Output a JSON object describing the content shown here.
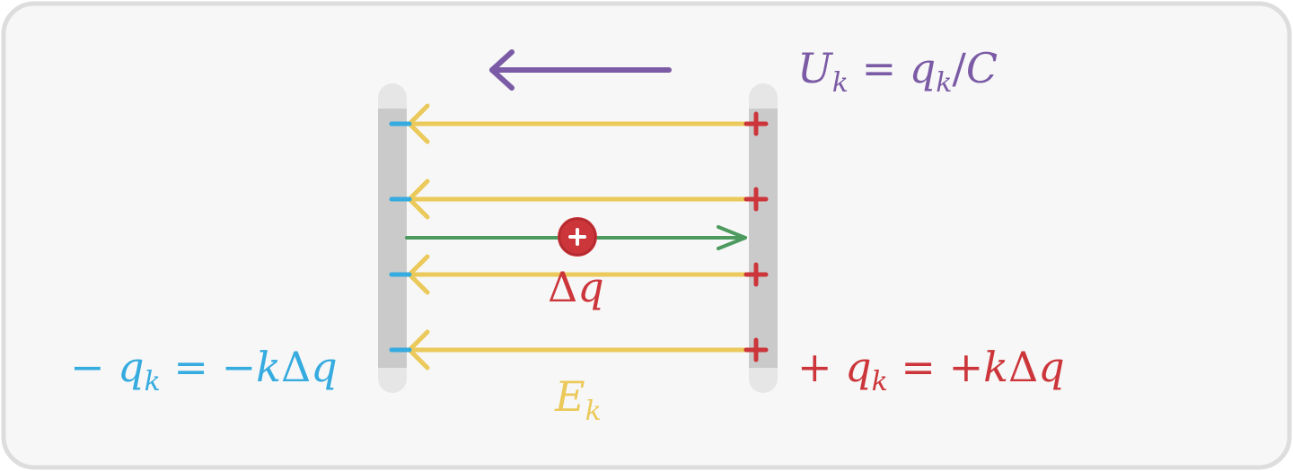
{
  "colors": {
    "frame_bg": "#f7f7f7",
    "frame_border": "#dddddd",
    "plate_light": "#e6e6e6",
    "plate_dark": "#cacaca",
    "field": "#ebc95a",
    "negative": "#35abdf",
    "positive": "#cc353a",
    "voltage": "#7b5ba5",
    "charge_path": "#4c9a5e"
  },
  "labels": {
    "voltage": {
      "U": "U",
      "k1": "k",
      "eq": " = ",
      "q": "q",
      "k2": "k",
      "slash": "/",
      "C": "C"
    },
    "charge": {
      "delta": "Δ",
      "q": "q"
    },
    "field": {
      "E": "E",
      "k": "k"
    },
    "left_plate": {
      "sign": "−",
      "q": "q",
      "k": "k",
      "eq": " = ",
      "neg": "−",
      "kk": "k",
      "delta": "Δ",
      "qq": "q"
    },
    "right_plate": {
      "sign": "+",
      "q": "q",
      "k": "k",
      "eq": " = ",
      "pos": "+",
      "kk": "k",
      "delta": "Δ",
      "qq": "q"
    }
  },
  "icons": {
    "charge_plus": "+",
    "plate_minus": "−",
    "plate_plus": "+"
  }
}
